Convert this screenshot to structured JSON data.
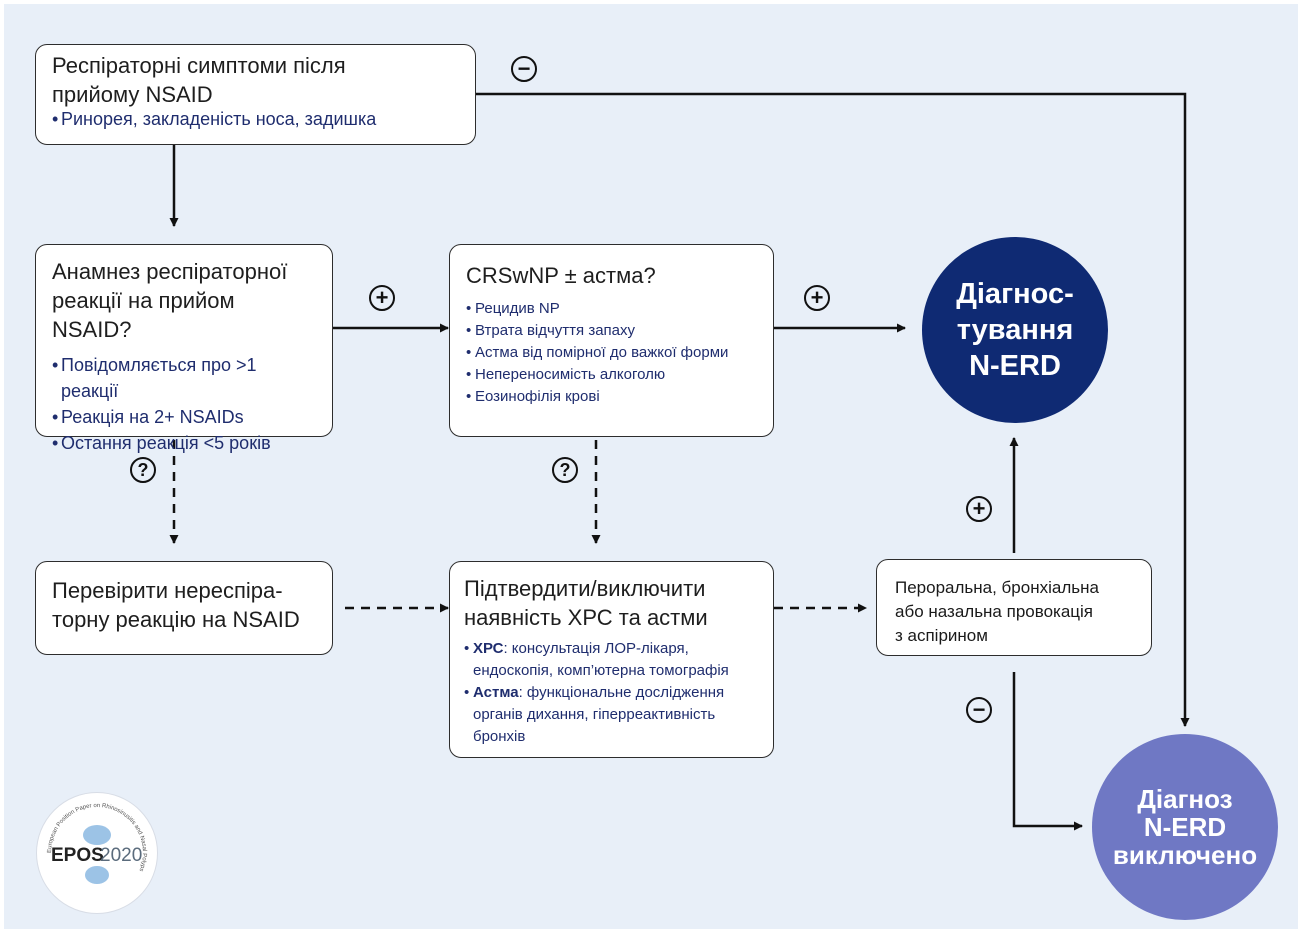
{
  "colors": {
    "background": "#e8eff8",
    "bullet_text": "#1f2d6e",
    "diagnosis_circle": "#0f2a73",
    "excluded_circle": "#6f78c4",
    "logo_blue": "#9cc3e6"
  },
  "boxes": {
    "symptoms": {
      "title": [
        "Респіраторні симптоми після",
        "прийому NSAID"
      ],
      "bullets": [
        "Ринорея, закладеність носа, задишка"
      ]
    },
    "history": {
      "title": [
        "Анамнез респіраторної",
        "реакції на прийом NSAID?"
      ],
      "bullets": [
        "Повідомляється про >1 реакції",
        "Реакція на 2+ NSAIDs",
        "Остання реакція <5 років"
      ]
    },
    "crswnp": {
      "title": [
        "CRSwNP ± астма?"
      ],
      "bullets": [
        "Рецидив NP",
        "Втрата відчуття запаху",
        "Астма від помірної до важкої форми",
        "Непереносимість алкоголю",
        "Еозинофілія крові"
      ]
    },
    "check": {
      "title": [
        "Перевірити нереспіра-",
        "торну реакцію на NSAID"
      ]
    },
    "confirm": {
      "title": [
        "Підтвердити/виключити",
        "наявність ХРС та астми"
      ],
      "bullets": [
        {
          "bold": "ХРС",
          "rest": ": консультація ЛОР-лікаря, ендоскопія, комп’ютерна томографія"
        },
        {
          "bold": "Астма",
          "rest": ": функціональне дослідження органів дихання, гіперреактивність бронхів"
        }
      ]
    },
    "provocation": {
      "lines": [
        "Пероральна, бронхіальна",
        "або назальна провокація",
        "з аспірином"
      ]
    }
  },
  "circles": {
    "diagnosis": [
      "Діагнос-",
      "тування",
      "N-ERD"
    ],
    "excluded": [
      "Діагноз",
      "N-ERD",
      "виключено"
    ]
  },
  "symbols": {
    "minus": "−",
    "plus": "+",
    "question": "?"
  },
  "logo": {
    "name": "EPOS",
    "year": "2020",
    "ring_text": "European Position Paper on Rhinosinusitis and Nasal Polyps"
  }
}
